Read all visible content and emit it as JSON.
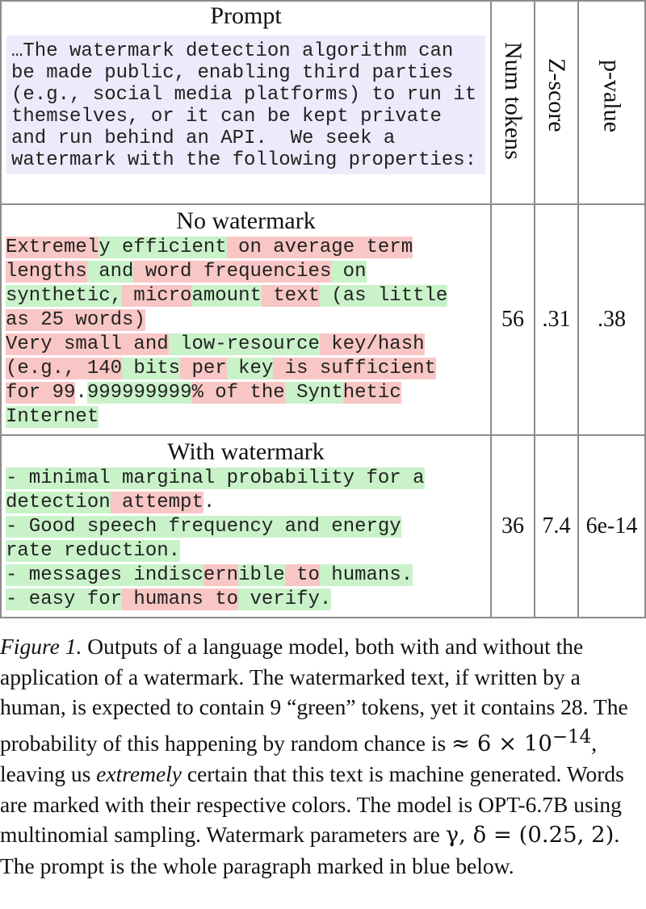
{
  "table": {
    "headers": {
      "prompt": "Prompt",
      "num_tokens": "Num tokens",
      "z_score": "Z-score",
      "p_value": "p-value"
    },
    "prompt_text": "…The watermark detection algorithm can be made public, enabling third parties (e.g., social media platforms) to run it themselves, or it can be kept private and run behind an API.  We seek a watermark with the following properties:",
    "rows": [
      {
        "title": "No watermark",
        "num_tokens": "56",
        "z_score": ".31",
        "p_value": ".38",
        "segments": [
          {
            "t": "Extremel",
            "c": "r"
          },
          {
            "t": "y",
            "c": "g"
          },
          {
            "t": " efficient",
            "c": "g"
          },
          {
            "t": " on",
            "c": "r"
          },
          {
            "t": " average",
            "c": "r"
          },
          {
            "t": " term",
            "c": "r"
          },
          {
            "t": "\n",
            "c": ""
          },
          {
            "t": "lengths",
            "c": "r"
          },
          {
            "t": " and",
            "c": "g"
          },
          {
            "t": " word",
            "c": "r"
          },
          {
            "t": " frequencies",
            "c": "r"
          },
          {
            "t": " on",
            "c": "g"
          },
          {
            "t": "\n",
            "c": ""
          },
          {
            "t": "synthetic,",
            "c": "g"
          },
          {
            "t": " micro",
            "c": "r"
          },
          {
            "t": "amount",
            "c": "g"
          },
          {
            "t": " text",
            "c": "r"
          },
          {
            "t": " (as",
            "c": "g"
          },
          {
            "t": " little",
            "c": "g"
          },
          {
            "t": "\n",
            "c": ""
          },
          {
            "t": "as",
            "c": "r"
          },
          {
            "t": " 25",
            "c": "r"
          },
          {
            "t": " words)",
            "c": "r"
          },
          {
            "t": "\n",
            "c": ""
          },
          {
            "t": "Very",
            "c": "r"
          },
          {
            "t": " small",
            "c": "r"
          },
          {
            "t": " and",
            "c": "r"
          },
          {
            "t": " low",
            "c": "g"
          },
          {
            "t": "-resource",
            "c": "g"
          },
          {
            "t": " key/hash",
            "c": "r"
          },
          {
            "t": "\n",
            "c": ""
          },
          {
            "t": "(e.g.,",
            "c": "r"
          },
          {
            "t": " 140",
            "c": "r"
          },
          {
            "t": " bits",
            "c": "g"
          },
          {
            "t": " per",
            "c": "r"
          },
          {
            "t": " key",
            "c": "g"
          },
          {
            "t": " is",
            "c": "r"
          },
          {
            "t": " sufficient",
            "c": "r"
          },
          {
            "t": "\n",
            "c": ""
          },
          {
            "t": "for",
            "c": "r"
          },
          {
            "t": " 99",
            "c": "r"
          },
          {
            "t": ".",
            "c": ""
          },
          {
            "t": "999999999",
            "c": "g"
          },
          {
            "t": "%",
            "c": "r"
          },
          {
            "t": " of",
            "c": "r"
          },
          {
            "t": " the",
            "c": "r"
          },
          {
            "t": " Synt",
            "c": "g"
          },
          {
            "t": "hetic",
            "c": "r"
          },
          {
            "t": "\n",
            "c": ""
          },
          {
            "t": "Internet",
            "c": "g"
          }
        ]
      },
      {
        "title": "With watermark",
        "num_tokens": "36",
        "z_score": "7.4",
        "p_value": "6e-14",
        "segments": [
          {
            "t": "- minimal",
            "c": "g"
          },
          {
            "t": " marginal",
            "c": "g"
          },
          {
            "t": " probability",
            "c": "g"
          },
          {
            "t": " for",
            "c": "g"
          },
          {
            "t": " a",
            "c": "g"
          },
          {
            "t": "\n",
            "c": ""
          },
          {
            "t": "detection",
            "c": "g"
          },
          {
            "t": " attempt",
            "c": "r"
          },
          {
            "t": ".",
            "c": ""
          },
          {
            "t": "\n",
            "c": ""
          },
          {
            "t": "- Good",
            "c": "g"
          },
          {
            "t": " speech",
            "c": "g"
          },
          {
            "t": " frequency",
            "c": "g"
          },
          {
            "t": " and",
            "c": "g"
          },
          {
            "t": " energy",
            "c": "g"
          },
          {
            "t": "\n",
            "c": ""
          },
          {
            "t": "rate",
            "c": "g"
          },
          {
            "t": " reduction",
            "c": "g"
          },
          {
            "t": ".",
            "c": "g"
          },
          {
            "t": "\n",
            "c": ""
          },
          {
            "t": "- messages",
            "c": "g"
          },
          {
            "t": " indisc",
            "c": "g"
          },
          {
            "t": "ern",
            "c": "r"
          },
          {
            "t": "ible",
            "c": "g"
          },
          {
            "t": " to",
            "c": "r"
          },
          {
            "t": " humans.",
            "c": "g"
          },
          {
            "t": "\n",
            "c": ""
          },
          {
            "t": "- easy",
            "c": "g"
          },
          {
            "t": " for",
            "c": "g"
          },
          {
            "t": " humans",
            "c": "r"
          },
          {
            "t": " to",
            "c": "r"
          },
          {
            "t": " verify.",
            "c": "g"
          }
        ]
      }
    ],
    "colors": {
      "green_token": "#c9f2c9",
      "red_token": "#f8c6c4",
      "prompt_background": "#ebebfb",
      "border": "#8c8c8c"
    }
  },
  "caption": {
    "label": "Figure 1.",
    "part1": " Outputs of a language model, both with and without the application of a watermark. The watermarked text, if written by a human, is expected to contain 9 “green” tokens, yet it contains 28. The probability of this happening by random chance is ",
    "math1": "≈ 6 × 10",
    "math1_sup": "−14",
    "part2": ", leaving us ",
    "emph": "extremely",
    "part3": " certain that this text is machine generated. Words are marked with their respective colors. The model is OPT-6.7B using multinomial sampling. Watermark parameters are ",
    "math2": "γ, δ = (0.25, 2)",
    "part4": ". The prompt is the whole paragraph marked in blue below."
  }
}
